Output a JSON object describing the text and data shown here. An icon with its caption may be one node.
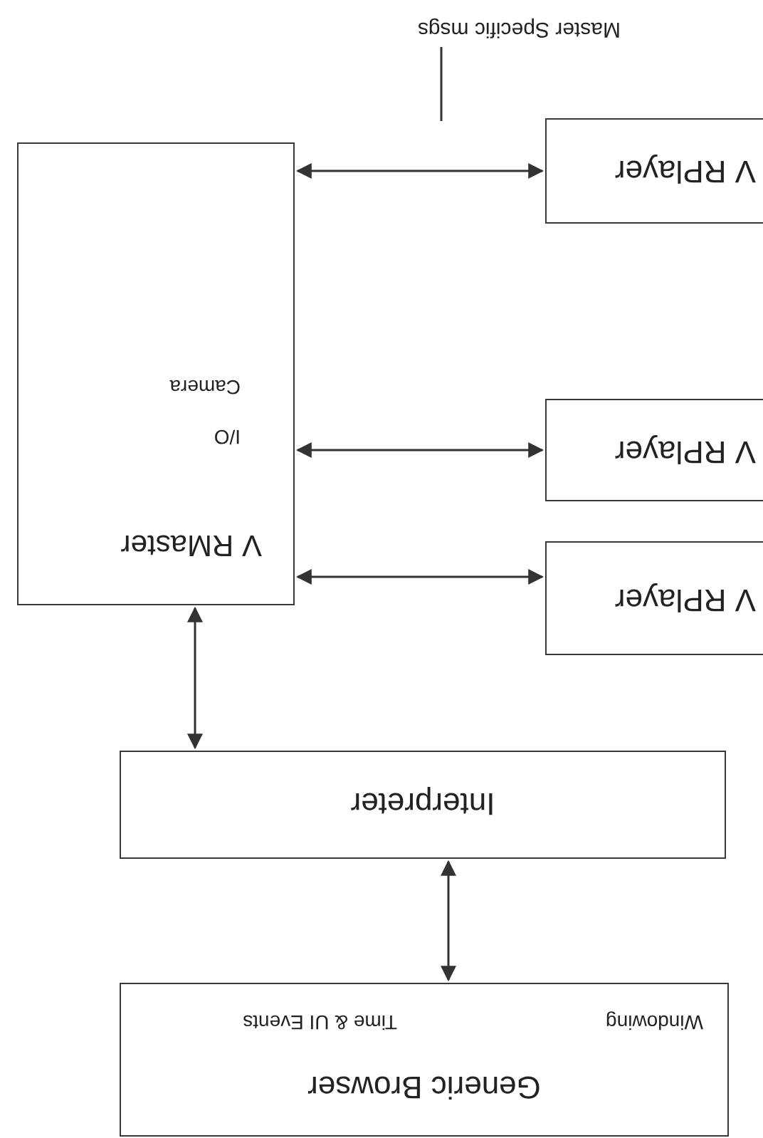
{
  "diagram": {
    "nodes": [
      {
        "text": [
          "Generic Browser",
          "Windowing",
          "Time & UI Events"
        ]
      },
      {
        "text": [
          "Interpreter"
        ]
      },
      {
        "text": [
          "V RMaster",
          "I/O",
          "Camera"
        ]
      },
      {
        "text": [
          "V RPlayer"
        ]
      },
      {
        "text": [
          "V RPlayer"
        ]
      },
      {
        "text": [
          "V RPlayer"
        ]
      },
      {
        "text": [
          "Master Specific msgs"
        ]
      }
    ],
    "edges": [
      {
        "from": 0,
        "to": 1,
        "arrow": "both"
      },
      {
        "from": 1,
        "to": 2,
        "arrow": "both"
      },
      {
        "from": 3,
        "to": 2,
        "arrow": "both"
      },
      {
        "from": 4,
        "to": 2,
        "arrow": "both"
      },
      {
        "from": 5,
        "to": 2,
        "arrow": "both"
      },
      {
        "from": 6,
        "to": null,
        "arrow": "none"
      }
    ]
  }
}
